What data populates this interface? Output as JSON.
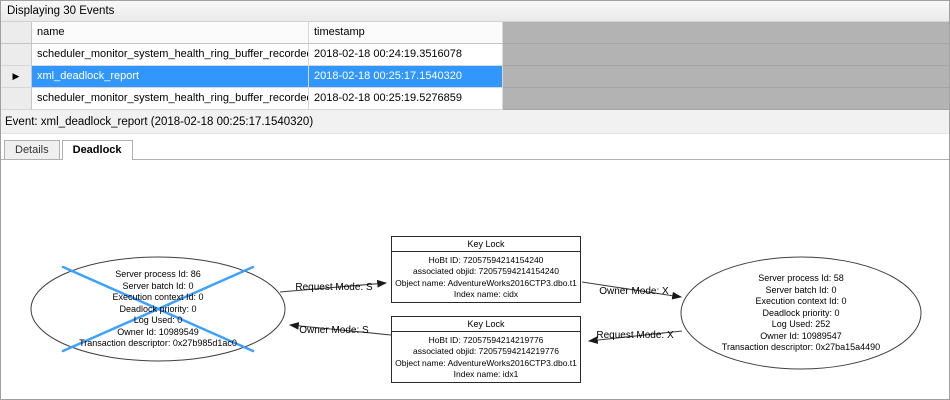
{
  "header": {
    "title": "Displaying 30 Events"
  },
  "table": {
    "columns": [
      {
        "label": "name"
      },
      {
        "label": "timestamp"
      }
    ],
    "rows": [
      {
        "name": "scheduler_monitor_system_health_ring_buffer_recorded",
        "timestamp": "2018-02-18 00:24:19.3516078",
        "selected": false
      },
      {
        "name": "xml_deadlock_report",
        "timestamp": "2018-02-18 00:25:17.1540320",
        "selected": true
      },
      {
        "name": "scheduler_monitor_system_health_ring_buffer_recorded",
        "timestamp": "2018-02-18 00:25:19.5276859",
        "selected": false
      }
    ]
  },
  "event_bar": {
    "label": "Event: xml_deadlock_report (2018-02-18 00:25:17.1540320)"
  },
  "tabs": [
    {
      "label": "Details",
      "active": false
    },
    {
      "label": "Deadlock",
      "active": true
    }
  ],
  "icons": {
    "row_indicator": "▶"
  },
  "colors": {
    "selection": "#3297fd",
    "victim_x": "#3da2ff",
    "grid_filler": "#b3b3b3"
  },
  "deadlock_graph": {
    "processes": [
      {
        "id": "left-process",
        "victim": true,
        "lines": [
          "Server process Id: 86",
          "Server batch Id: 0",
          "Execution context Id: 0",
          "Deadlock priority: 0",
          "Log Used: 0",
          "Owner Id: 10989549",
          "Transaction descriptor: 0x27b985d1ac0"
        ]
      },
      {
        "id": "right-process",
        "victim": false,
        "lines": [
          "Server process Id: 58",
          "Server batch Id: 0",
          "Execution context Id: 0",
          "Deadlock priority: 0",
          "Log Used: 252",
          "Owner Id: 10989547",
          "Transaction descriptor: 0x27ba15a4490"
        ]
      }
    ],
    "resources": [
      {
        "id": "top-key-lock",
        "title": "Key Lock",
        "lines": [
          "HoBt ID: 72057594214154240",
          "associated objid: 72057594214154240",
          "Object name: AdventureWorks2016CTP3.dbo.t1",
          "Index name: cidx"
        ]
      },
      {
        "id": "bottom-key-lock",
        "title": "Key Lock",
        "lines": [
          "HoBt ID: 72057594214219776",
          "associated objid: 72057594214219776",
          "Object name: AdventureWorks2016CTP3.dbo.t1",
          "Index name: idx1"
        ]
      }
    ],
    "edges": [
      {
        "label": "Request Mode: S",
        "from": "left-process",
        "to": "top-key-lock"
      },
      {
        "label": "Owner Mode: X",
        "from": "top-key-lock",
        "to": "right-process"
      },
      {
        "label": "Owner Mode: S",
        "from": "bottom-key-lock",
        "to": "left-process"
      },
      {
        "label": "Request Mode: X",
        "from": "right-process",
        "to": "bottom-key-lock"
      }
    ]
  }
}
